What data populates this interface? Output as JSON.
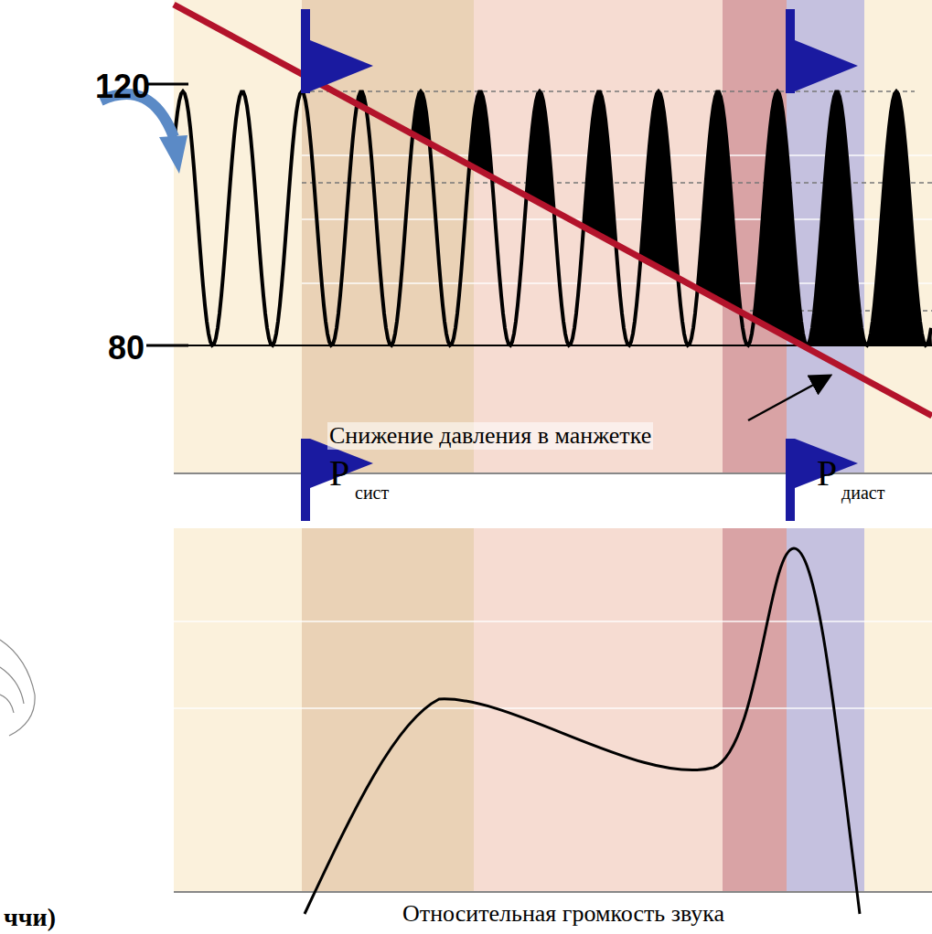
{
  "diagram": {
    "labels": [
      "120",
      "80",
      "Снижение давления в манжетке",
      "P",
      "сист",
      "P",
      "диаст",
      "Относительная громкость звука",
      "ччи)"
    ]
  }
}
